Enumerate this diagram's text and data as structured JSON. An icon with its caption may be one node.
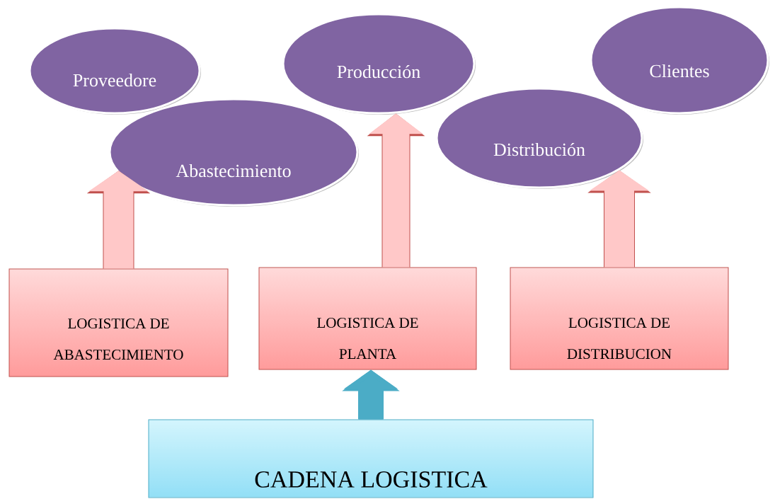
{
  "diagram": {
    "nodes": [
      {
        "text": [
          "Proveedore"
        ]
      },
      {
        "text": [
          "Producción"
        ]
      },
      {
        "text": [
          "Clientes"
        ]
      },
      {
        "text": [
          "Abastecimiento"
        ]
      },
      {
        "text": [
          "Distribución"
        ]
      },
      {
        "text": [
          "LOGISTICA DE ABASTECIMIENTO"
        ]
      },
      {
        "text": [
          "LOGISTICA DE PLANTA"
        ]
      },
      {
        "text": [
          "LOGISTICA DE DISTRIBUCION"
        ]
      },
      {
        "text": [
          "CADENA LOGISTICA"
        ]
      }
    ],
    "edges": [
      {
        "from": 5,
        "to": 3,
        "arrow": "to"
      },
      {
        "from": 6,
        "to": 1,
        "arrow": "to"
      },
      {
        "from": 7,
        "to": 4,
        "arrow": "to"
      },
      {
        "from": 8,
        "to": 6,
        "arrow": "to",
        "color": "#4bacc6"
      }
    ]
  }
}
